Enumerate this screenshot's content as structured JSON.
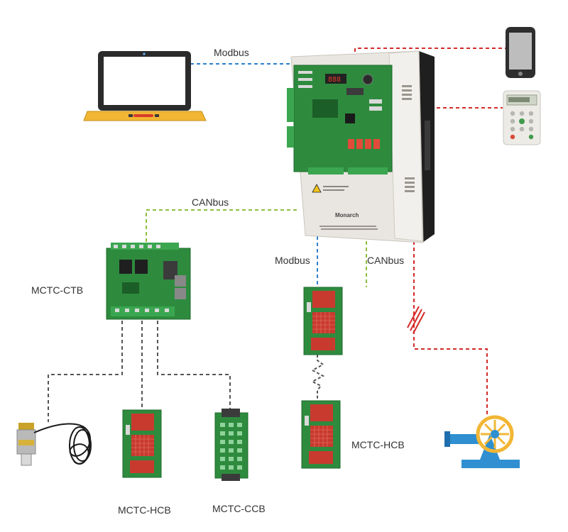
{
  "colors": {
    "modbus": "#2f7fd0",
    "canbus": "#8cbf3f",
    "wireless": "#d42a2a",
    "wired": "#555555",
    "board_green": "#2e8b3e",
    "controller_body": "#e9e6e1"
  },
  "links": {
    "modbus_top": "Modbus",
    "canbus_top": "CANbus",
    "modbus_down": "Modbus",
    "canbus_down": "CANbus"
  },
  "devices": {
    "ctb": "MCTC-CTB",
    "hcb_left": "MCTC-HCB",
    "ccb": "MCTC-CCB",
    "hcb_right": "MCTC-HCB",
    "controller_brand": "Monarch"
  },
  "icons": [
    "laptop-icon",
    "smartphone-icon",
    "keypad-operator-icon",
    "load-sensor-icon",
    "traction-machine-icon"
  ]
}
